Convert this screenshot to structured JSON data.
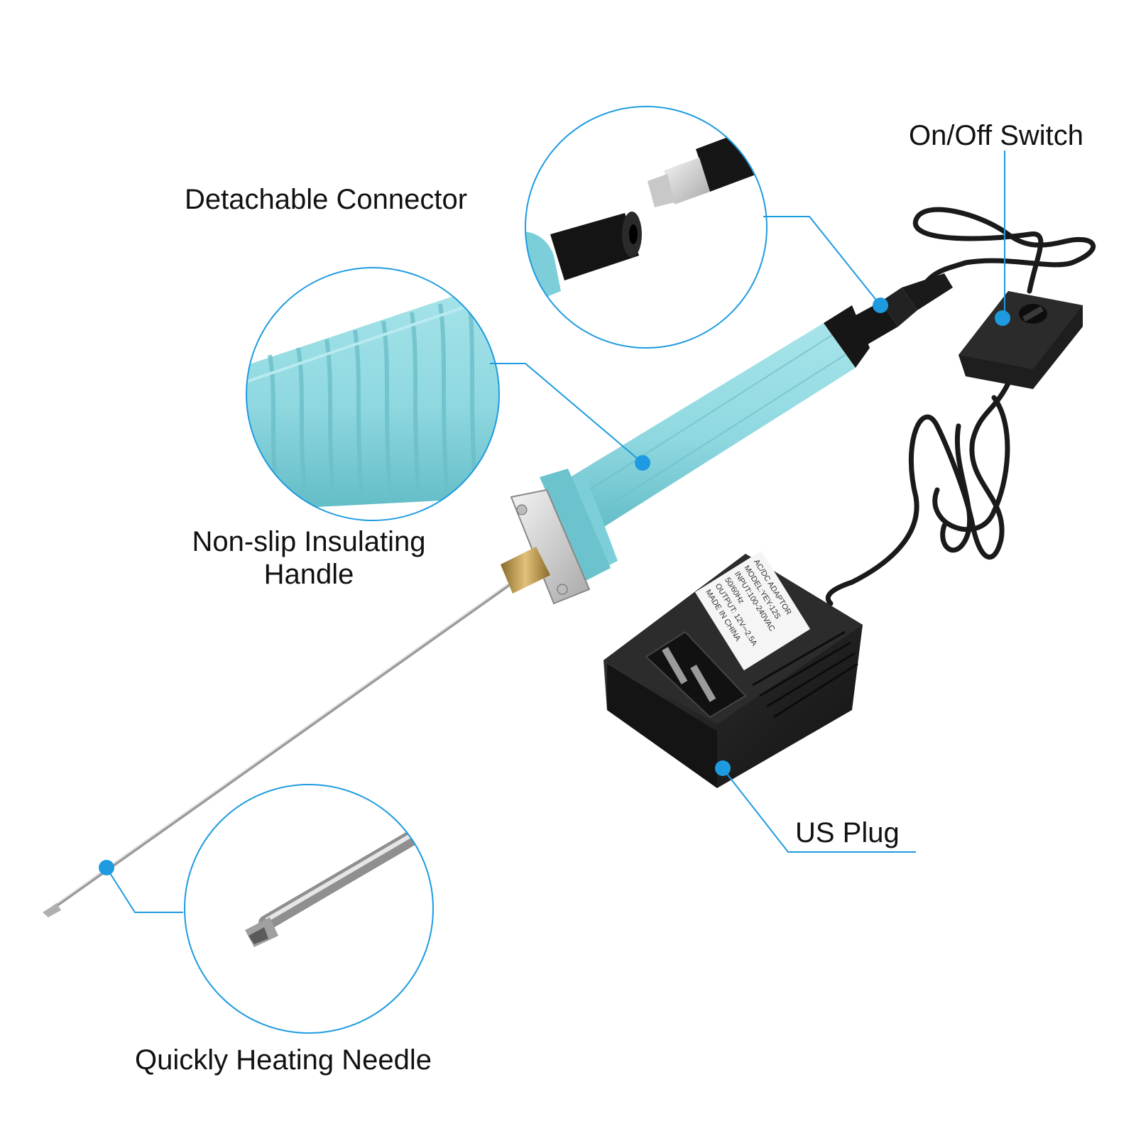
{
  "labels": {
    "detachable_connector": "Detachable Connector",
    "on_off_switch": "On/Off Switch",
    "non_slip_line1": "Non-slip Insulating",
    "non_slip_line2": "Handle",
    "us_plug": "US Plug",
    "heating_needle": "Quickly Heating Needle"
  },
  "adaptor_label": {
    "line1": "AC/DC ADAPTOR",
    "line2": "MODEL:YEY-12S",
    "line3": "INPUT:100-240VAC",
    "line4": "50/60Hz",
    "line5": "OUTPUT: 12V⎓2.5A",
    "line6": "MADE IN CHINA"
  },
  "colors": {
    "accent": "#1e9be0",
    "handle": "#8fd8e0",
    "handle_dark": "#5fb9c4",
    "black": "#1a1a1a",
    "text": "#111111"
  }
}
